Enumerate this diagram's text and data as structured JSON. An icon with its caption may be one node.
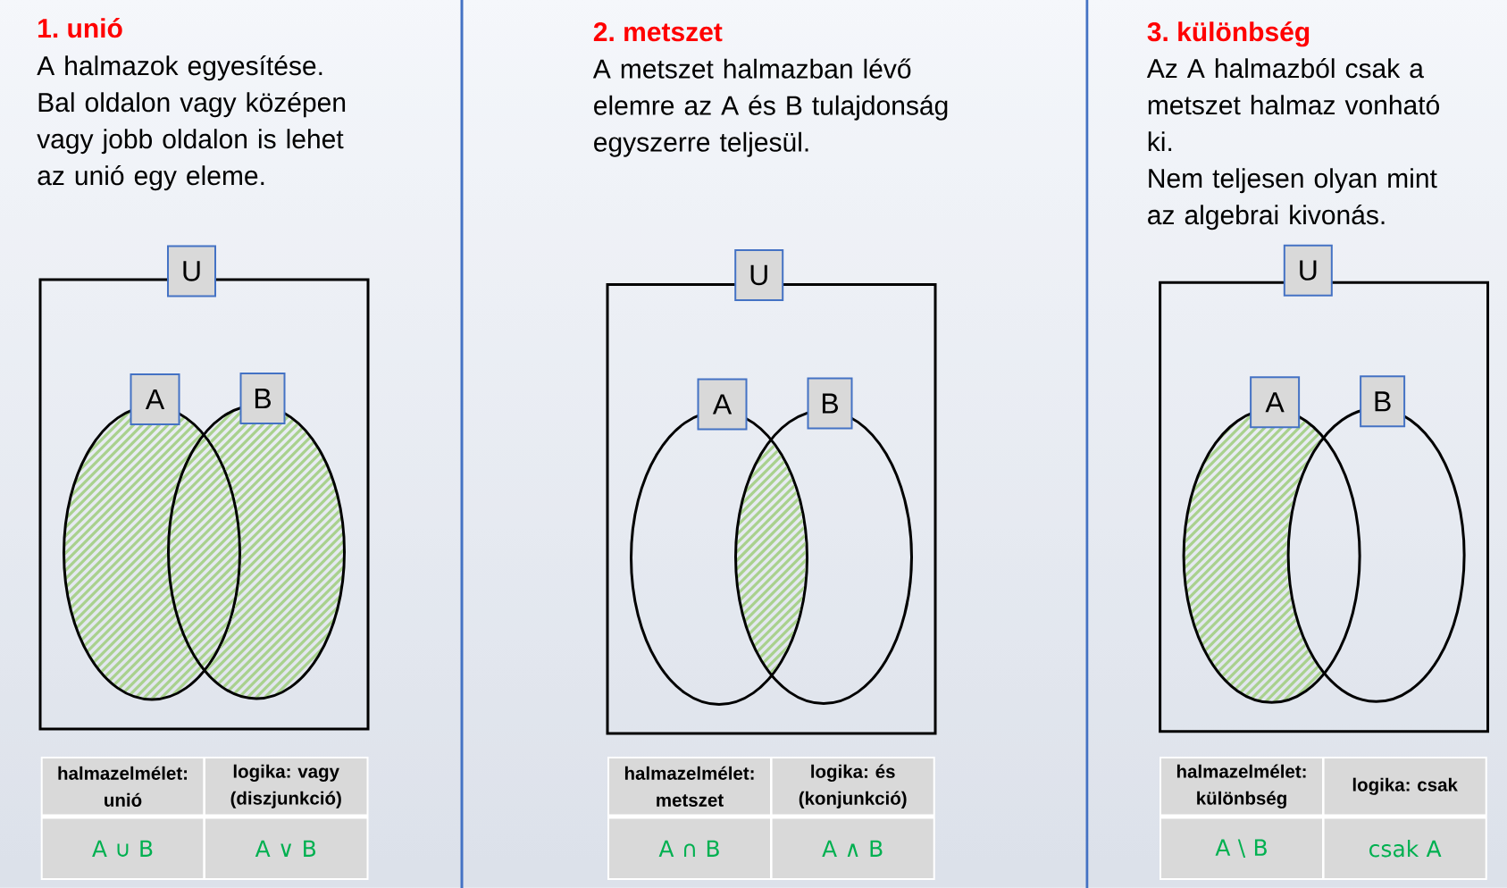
{
  "diagram": {
    "nodes": [
      {
        "text": [
          "U"
        ]
      },
      {
        "text": [
          "A"
        ],
        "in": 0
      },
      {
        "text": [
          "B"
        ],
        "in": 0
      },
      {
        "text": [
          "U"
        ]
      },
      {
        "text": [
          "A"
        ],
        "in": 3
      },
      {
        "text": [
          "B"
        ],
        "in": 3
      },
      {
        "text": [
          "U"
        ]
      },
      {
        "text": [
          "A"
        ],
        "in": 6
      },
      {
        "text": [
          "B"
        ],
        "in": 6
      }
    ],
    "labels": [
      "1. unió",
      "A halmazok egyesítése.",
      "Bal oldalon vagy középen vagy jobb oldalon is lehet az unió egy eleme.",
      "2. metszet",
      "A metszet halmazban lévő elemre az A és B tulajdonság egyszerre teljesül.",
      "3. különbség",
      "Az A halmazból csak a metszet halmaz vonható ki.",
      "Nem teljesen olyan mint az algebrai kivonás.",
      "halmazelmélet: unió",
      "logika: vagy (diszjunkció)",
      "A ∪ B",
      "A ∨ B",
      "halmazelmélet: metszet",
      "logika: és (konjunkció)",
      "A ∩ B",
      "A ∧ B",
      "halmazelmélet: különbség",
      "logika: csak",
      "A \\ B",
      "csak A"
    ]
  }
}
